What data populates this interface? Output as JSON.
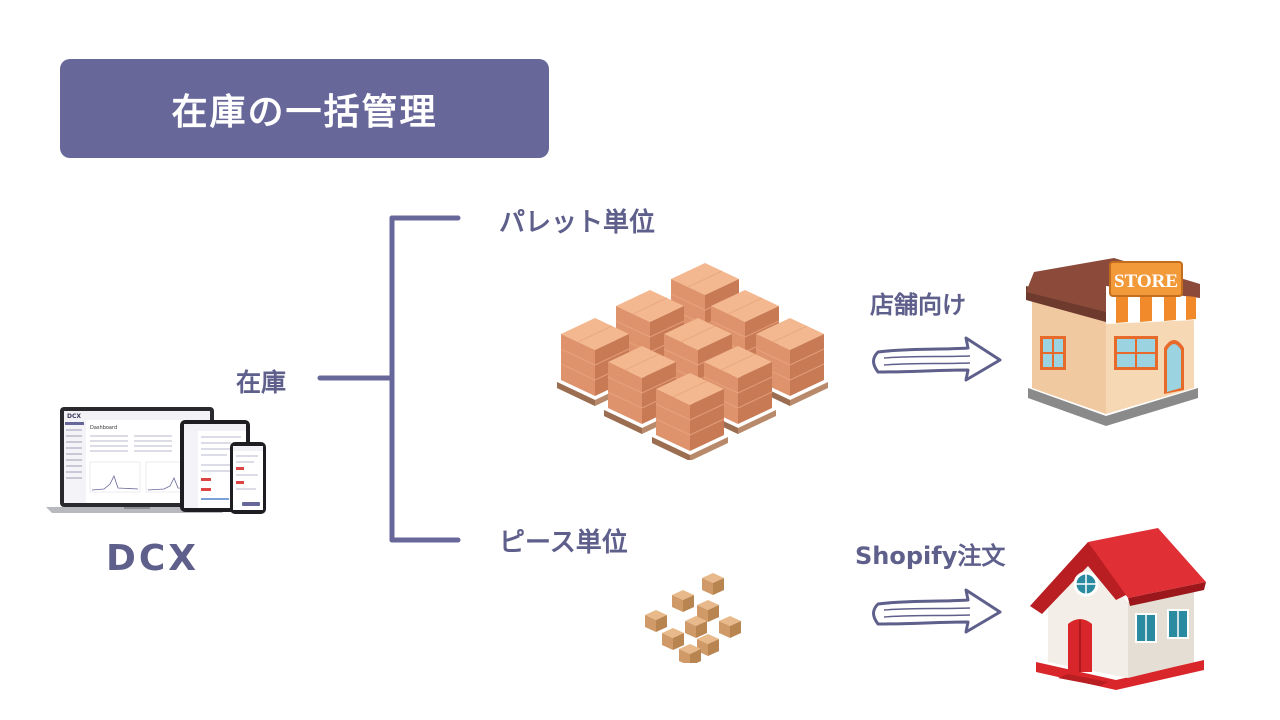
{
  "title": "在庫の一括管理",
  "source": {
    "label": "在庫",
    "system_name": "DCX",
    "mockup_brand": "DCX",
    "mockup_heading": "Dashboard"
  },
  "branches": [
    {
      "label": "パレット単位",
      "destination": "店舗向け",
      "store_sign": "STORE"
    },
    {
      "label": "ピース単位",
      "destination": "Shopify注文"
    }
  ],
  "colors": {
    "accent": "#67679a",
    "text": "#5f5f8c",
    "store_roof": "#8b4a3a",
    "house_roof": "#d9262a"
  }
}
